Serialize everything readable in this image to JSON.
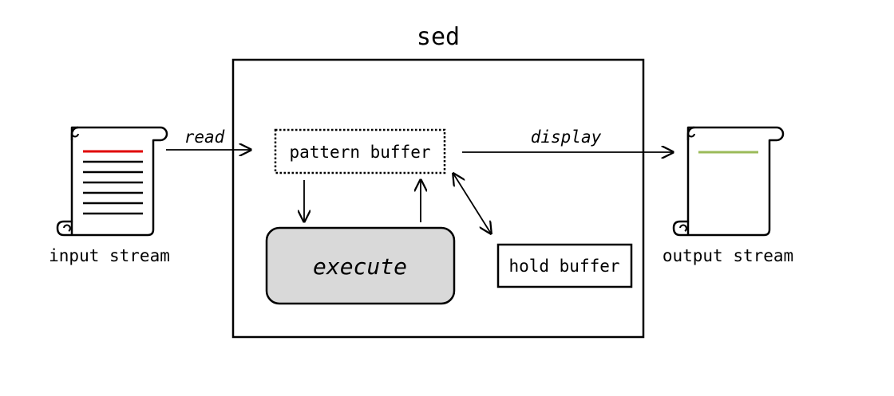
{
  "title": "sed",
  "input_stream": {
    "label": "input stream",
    "first_line_color": "#e00000",
    "line_color": "#000000"
  },
  "output_stream": {
    "label": "output stream",
    "line_color": "#9bbb59"
  },
  "pattern_buffer": {
    "label": "pattern buffer"
  },
  "execute": {
    "label": "execute",
    "fill": "#d9d9d9"
  },
  "hold_buffer": {
    "label": "hold buffer"
  },
  "edges": {
    "read": "read",
    "display": "display"
  }
}
